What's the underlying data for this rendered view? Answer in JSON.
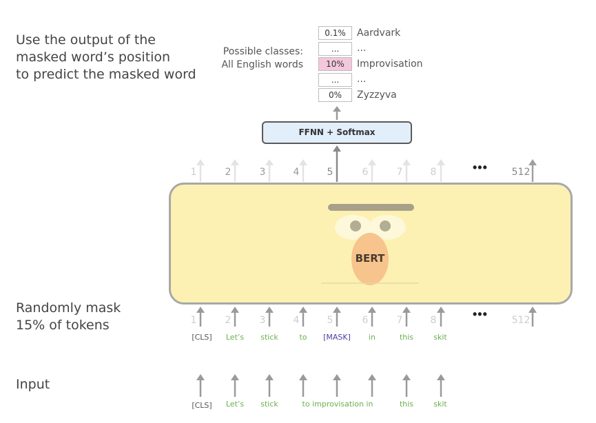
{
  "headings": {
    "top": [
      "Use the output of the",
      "masked word’s position",
      "to predict the masked word"
    ],
    "mask": [
      "Randomly mask",
      "15% of tokens"
    ],
    "input": "Input"
  },
  "classes": {
    "label_line1": "Possible classes:",
    "label_line2": "All English words",
    "rows": [
      {
        "prob": "0.1%",
        "word": "Aardvark",
        "highlight": false
      },
      {
        "prob": "...",
        "word": "...",
        "highlight": false
      },
      {
        "prob": "10%",
        "word": "Improvisation",
        "highlight": true
      },
      {
        "prob": "...",
        "word": "...",
        "highlight": false
      },
      {
        "prob": "0%",
        "word": "Zyzzyva",
        "highlight": false
      }
    ]
  },
  "ffnn_label": "FFNN + Softmax",
  "bert_label": "BERT",
  "positions": [
    "1",
    "2",
    "3",
    "4",
    "5",
    "6",
    "7",
    "8",
    "512"
  ],
  "ellipsis": "•••",
  "masked_tokens": [
    "[CLS]",
    "Let’s",
    "stick",
    "to",
    "[MASK]",
    "in",
    "this",
    "skit"
  ],
  "input_tokens": [
    "[CLS]",
    "Let’s",
    "stick",
    "to improvisation in",
    "this",
    "skit"
  ],
  "colors": {
    "token_green": "#6ab04c",
    "cls_gray": "#555555",
    "mask_purple": "#4b3fa0",
    "bert_yellow": "#fcf1b2",
    "ffnn_blue": "#e3eefb",
    "highlight_pink": "#f3c7dc"
  }
}
